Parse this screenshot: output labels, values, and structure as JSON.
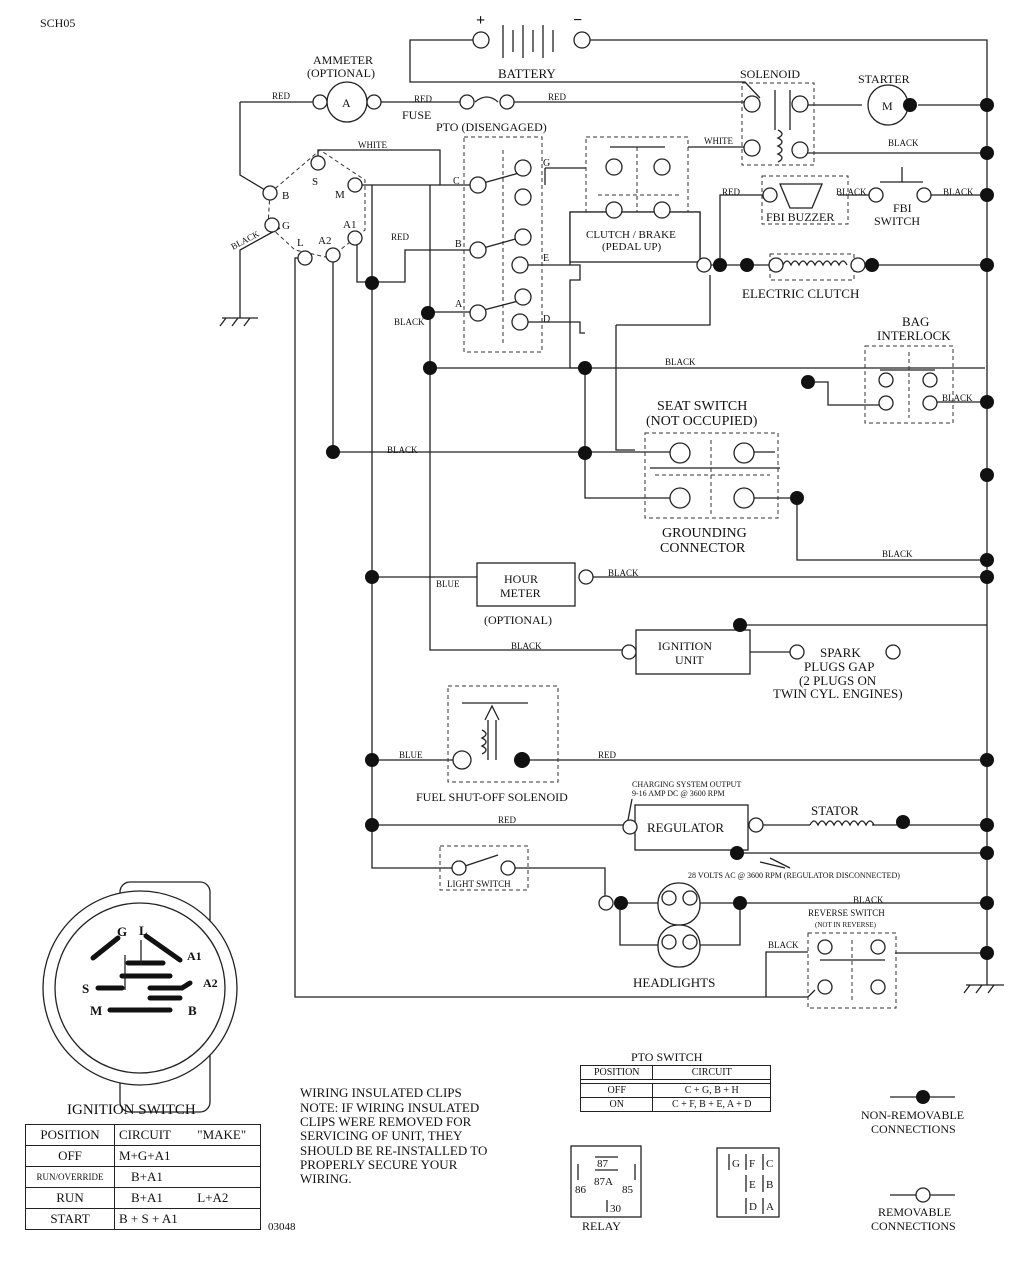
{
  "header": {
    "code": "SCH05",
    "drawing_number": "03048"
  },
  "labels": {
    "battery": "BATTERY",
    "plus": "+",
    "minus": "−",
    "ammeter": [
      "AMMETER",
      "(OPTIONAL)"
    ],
    "ammeter_letter": "A",
    "fuse": "FUSE",
    "pto": "PTO (DISENGAGED)",
    "solenoid": "SOLENOID",
    "starter": "STARTER",
    "starter_letter": "M",
    "fbi_buzzer": "FBI BUZZER",
    "fbi_switch": [
      "FBI",
      "SWITCH"
    ],
    "clutch_brake": [
      "CLUTCH / BRAKE",
      "(PEDAL UP)"
    ],
    "electric_clutch": "ELECTRIC CLUTCH",
    "bag_interlock": [
      "BAG",
      "INTERLOCK"
    ],
    "seat_switch": [
      "SEAT SWITCH",
      "(NOT OCCUPIED)"
    ],
    "grounding_connector": [
      "GROUNDING",
      "CONNECTOR"
    ],
    "hour_meter": [
      "HOUR",
      "METER"
    ],
    "hour_meter_optional": "(OPTIONAL)",
    "ignition_unit": [
      "IGNITION",
      "UNIT"
    ],
    "spark_plugs": [
      "SPARK",
      "PLUGS GAP",
      "(2 PLUGS ON",
      "TWIN CYL. ENGINES)"
    ],
    "fuel_shutoff": "FUEL SHUT-OFF SOLENOID",
    "charging_output": [
      "CHARGING SYSTEM OUTPUT",
      "9-16 AMP DC @ 3600 RPM"
    ],
    "regulator": "REGULATOR",
    "stator": "STATOR",
    "volts_ac": "28 VOLTS AC @ 3600 RPM (REGULATOR DISCONNECTED)",
    "light_switch": "LIGHT SWITCH",
    "headlights": "HEADLIGHTS",
    "reverse_switch": [
      "REVERSE SWITCH",
      "(NOT IN REVERSE)"
    ],
    "ignition_switch": "IGNITION SWITCH",
    "relay": "RELAY",
    "pto_switch": "PTO SWITCH",
    "non_removable": [
      "NON-REMOVABLE",
      "CONNECTIONS"
    ],
    "removable": [
      "REMOVABLE",
      "CONNECTIONS"
    ],
    "note": [
      "WIRING INSULATED CLIPS",
      "NOTE:  IF WIRING INSULATED",
      "CLIPS WERE REMOVED FOR",
      "SERVICING OF UNIT, THEY",
      "SHOULD BE RE-INSTALLED TO",
      "PROPERLY SECURE YOUR",
      "WIRING."
    ]
  },
  "terminals": {
    "ignition": [
      "B",
      "S",
      "M",
      "G",
      "A1",
      "L",
      "A2"
    ],
    "pto": [
      "C",
      "B",
      "A",
      "G",
      "E",
      "D"
    ],
    "ignition_face": [
      "G",
      "L",
      "A1",
      "A2",
      "S",
      "M",
      "B"
    ],
    "relay": [
      "87",
      "87A",
      "86",
      "85",
      "30"
    ],
    "pto_face": [
      "G",
      "F",
      "C",
      "E",
      "B",
      "D",
      "A"
    ]
  },
  "wire_colors": {
    "red": "RED",
    "white": "WHITE",
    "black": "BLACK",
    "blue": "BLUE"
  },
  "ignition_table": {
    "headers": [
      "POSITION",
      "CIRCUIT",
      "\"MAKE\""
    ],
    "rows": [
      {
        "position": "OFF",
        "circuit": "M+G+A1",
        "make": ""
      },
      {
        "position": "RUN/OVERRIDE",
        "circuit": "B+A1",
        "make": ""
      },
      {
        "position": "RUN",
        "circuit": "B+A1",
        "make": "L+A2"
      },
      {
        "position": "START",
        "circuit": "B + S + A1",
        "make": ""
      }
    ]
  },
  "pto_table": {
    "headers": [
      "POSITION",
      "CIRCUIT"
    ],
    "rows": [
      {
        "position": "OFF",
        "circuit": "C + G, B + H"
      },
      {
        "position": "ON",
        "circuit": "C + F, B + E, A + D"
      }
    ]
  }
}
